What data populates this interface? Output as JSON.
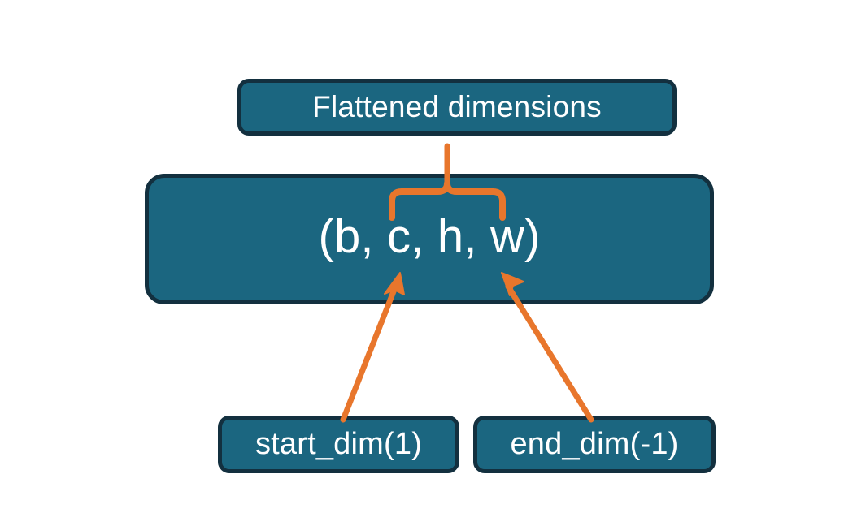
{
  "diagram": {
    "title_node": {
      "label": "Flattened dimensions",
      "name": "flattened-dimensions-box"
    },
    "shape_node": {
      "label": "(b, c, h, w)",
      "name": "tensor-shape-box"
    },
    "start_node": {
      "label": "start_dim(1)",
      "name": "start-dim-box"
    },
    "end_node": {
      "label": "end_dim(-1)",
      "name": "end-dim-box"
    },
    "connectors": {
      "brace": {
        "name": "curly-brace-connector",
        "description": "curly brace spanning c..w pointing up to Flattened dimensions"
      },
      "arrow_start": {
        "name": "start-dim-arrow",
        "description": "arrow from start_dim(1) up to the c dimension"
      },
      "arrow_end": {
        "name": "end-dim-arrow",
        "description": "arrow from end_dim(-1) up to the w dimension"
      }
    },
    "colors": {
      "box_fill": "#1b6680",
      "box_border": "#13303f",
      "text": "#ffffff",
      "accent": "#e8762c",
      "background": "#ffffff"
    }
  }
}
